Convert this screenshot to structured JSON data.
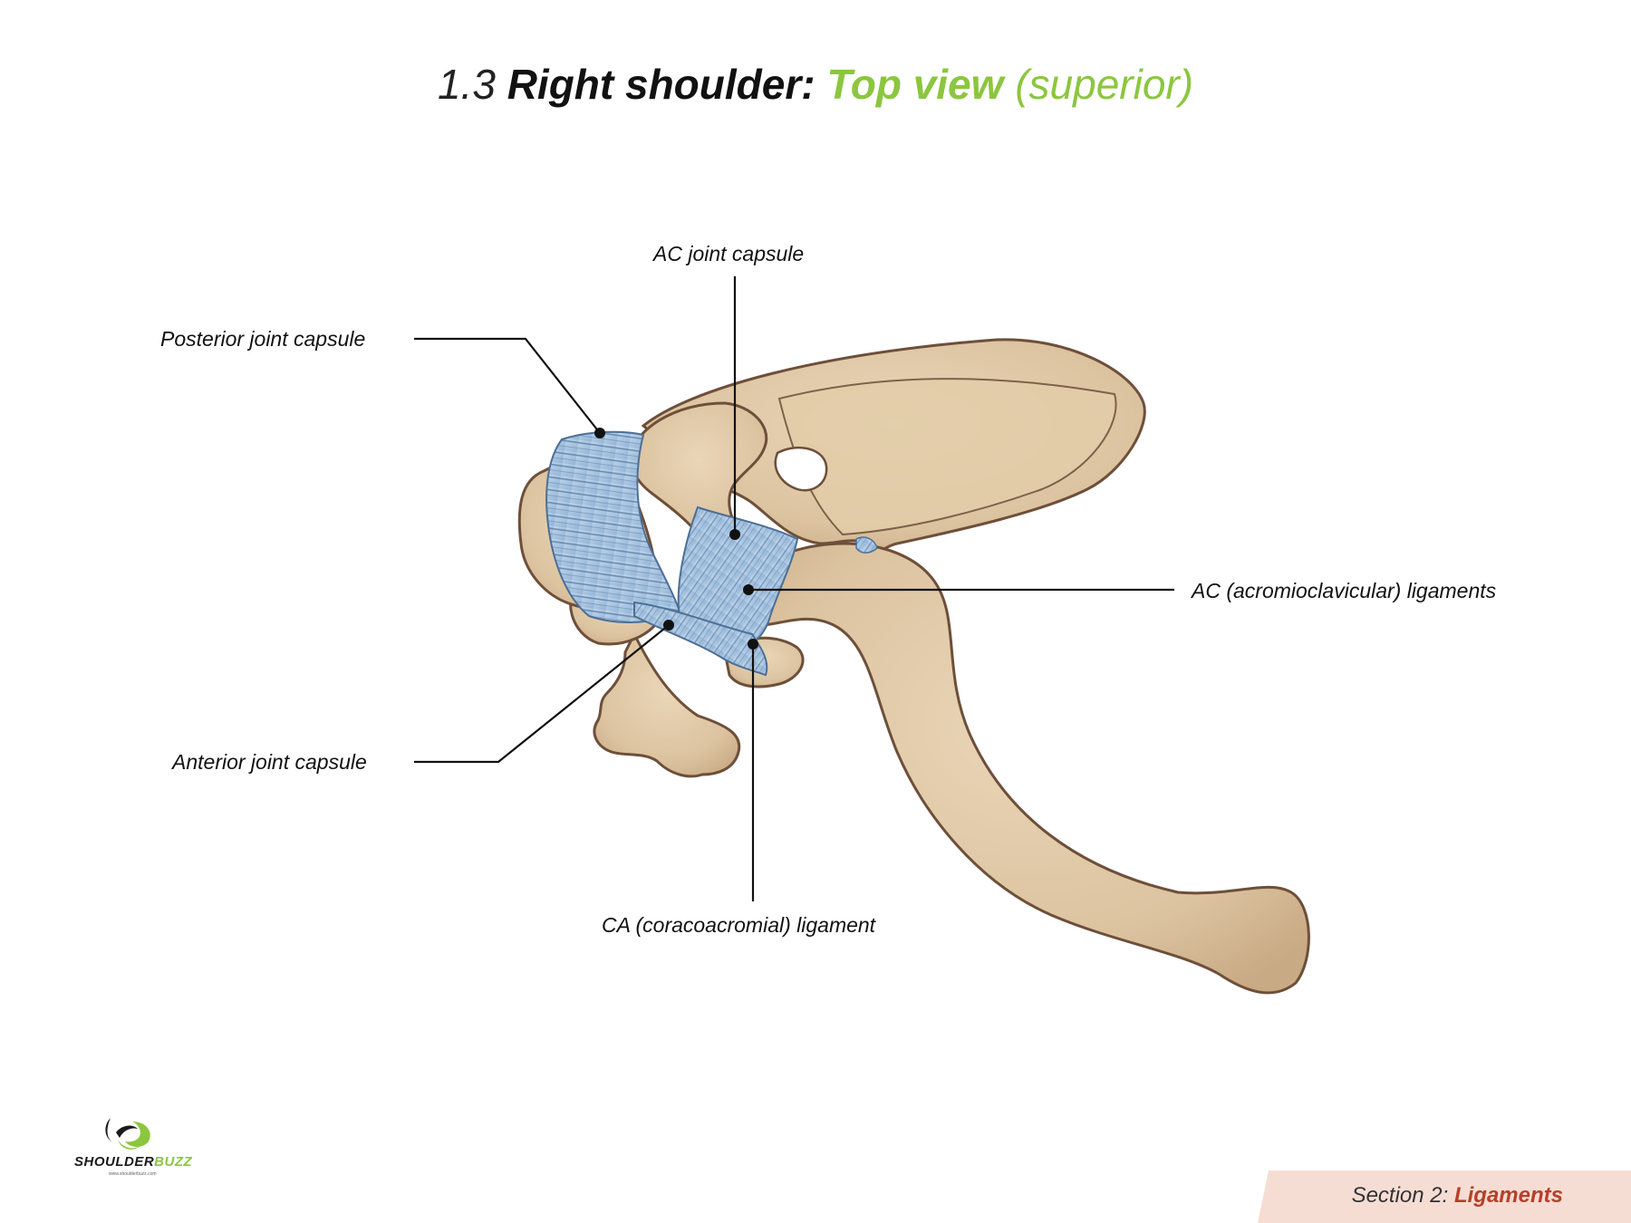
{
  "title": {
    "number": "1.3",
    "main": "Right shoulder:",
    "view": "Top view",
    "qualifier": "(superior)"
  },
  "labels": {
    "ac_joint_capsule": "AC joint capsule",
    "posterior_joint_capsule": "Posterior joint capsule",
    "ac_ligaments": "AC (acromioclavicular) ligaments",
    "anterior_joint_capsule": "Anterior joint capsule",
    "ca_ligament": "CA (coracoacromial) ligament"
  },
  "logo": {
    "brand_part1": "SHOULDER",
    "brand_part2": "BUZZ",
    "url": "www.shoulderbuzz.com"
  },
  "footer": {
    "section": "Section 2:",
    "name": "Ligaments"
  },
  "colors": {
    "bone_fill": "#dcc3a0",
    "bone_outline": "#6e4f3a",
    "ligament_fill": "#a9c6e2",
    "ligament_stroke": "#4c6f95",
    "accent_green": "#8cc63f",
    "accent_red": "#b5402a",
    "footer_bg": "#f6ddd4"
  }
}
